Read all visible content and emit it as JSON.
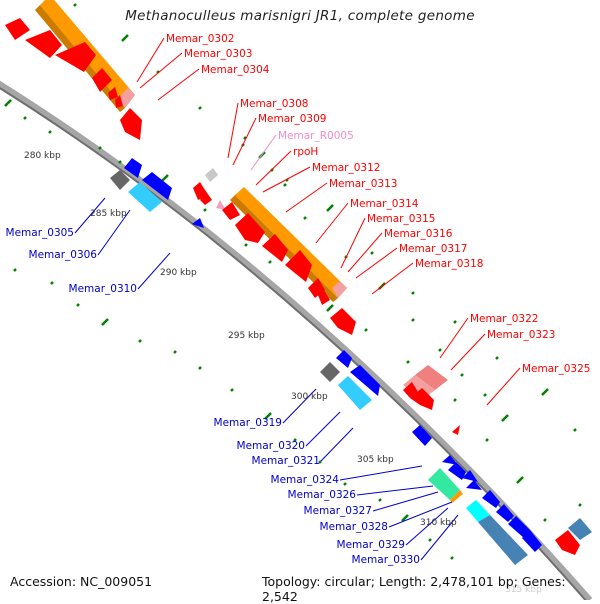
{
  "title": "Methanoculleus marisnigri JR1, complete genome",
  "footer": {
    "accession": "Accession: NC_009051",
    "summary": "Topology: circular; Length: 2,478,101 bp; Genes: 2,542"
  },
  "colors": {
    "forward_gene": "#ff0000",
    "reverse_gene": "#0000ff",
    "forward_label": "#ff0000",
    "reverse_label": "#0000cc",
    "rna_label": "#f08ccc",
    "backbone": "#999999",
    "tick": "#008000",
    "orange_cds_region": "#ff9900",
    "cyan_region": "#00ccff",
    "steel_region": "#4682b4",
    "grey_region": "#666666",
    "teal_region": "#33e8a0",
    "pink_region": "#f08080"
  },
  "scale_labels": [
    "280 kbp",
    "285 kbp",
    "290 kbp",
    "295 kbp",
    "300 kbp",
    "305 kbp",
    "310 kbp",
    "315 kbp"
  ],
  "forward_labels": [
    "Memar_0302",
    "Memar_0303",
    "Memar_0304",
    "Memar_0308",
    "Memar_0309",
    "Memar_R0005",
    "rpoH",
    "Memar_0312",
    "Memar_0313",
    "Memar_0314",
    "Memar_0315",
    "Memar_0316",
    "Memar_0317",
    "Memar_0318",
    "Memar_0322",
    "Memar_0323",
    "Memar_0325"
  ],
  "reverse_labels": [
    "Memar_0305",
    "Memar_0306",
    "Memar_0310",
    "Memar_0319",
    "Memar_0320",
    "Memar_0321",
    "Memar_0324",
    "Memar_0326",
    "Memar_0327",
    "Memar_0328",
    "Memar_0329",
    "Memar_0330"
  ]
}
